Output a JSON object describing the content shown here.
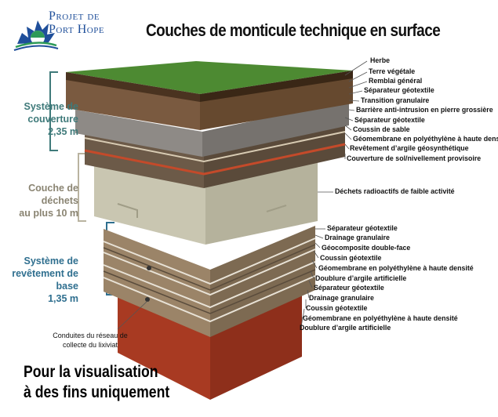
{
  "logo": {
    "line1": "Projet de",
    "line2": "Port Hope",
    "leaf_color": "#1f4f9a",
    "sun_color": "#2e9a58"
  },
  "title": "Couches de monticule technique en surface",
  "systems": {
    "cover": {
      "line1": "Système de",
      "line2": "couverture",
      "line3": "2,35 m",
      "color": "#3f7a7a"
    },
    "waste": {
      "line1": "Couche de",
      "line2": "déchets",
      "line3": "au plus 10 m",
      "color": "#8a8472"
    },
    "base": {
      "line1": "Système de",
      "line2": "revêtement de",
      "line3": "base",
      "line4": "1,35 m",
      "color": "#2f6f8f"
    }
  },
  "labels": [
    "Herbe",
    "Terre végétale",
    "Remblai général",
    "Séparateur géotextile",
    "Transition granulaire",
    "Barrière anti-intrusion en pierre grossière",
    "Séparateur géotextile",
    "Coussin de sable",
    "Géomembrane en polyéthylène à haute densi",
    "Revêtement d’argile géosynthétique",
    "Couverture de sol/nivellement provisoire",
    "Déchets radioactifs de faible activité",
    "Séparateur géotextile",
    "Drainage granulaire",
    "Géocomposite double-face",
    "Coussin géotextile",
    "Géomembrane en polyéthylène à haute densité",
    "Doublure d’argile artificielle",
    "Séparateur géotextile",
    "Drainage granulaire",
    "Coussin géotextile",
    "Géomembrane en polyéthylène à haute densité",
    "Doublure d’argile artificielle"
  ],
  "leachate": {
    "line1": "Conduites du réseau de",
    "line2": "collecte du lixiviat"
  },
  "disclaimer": {
    "line1": "Pour la visualisation",
    "line2": "à des fins uniquement"
  }
}
